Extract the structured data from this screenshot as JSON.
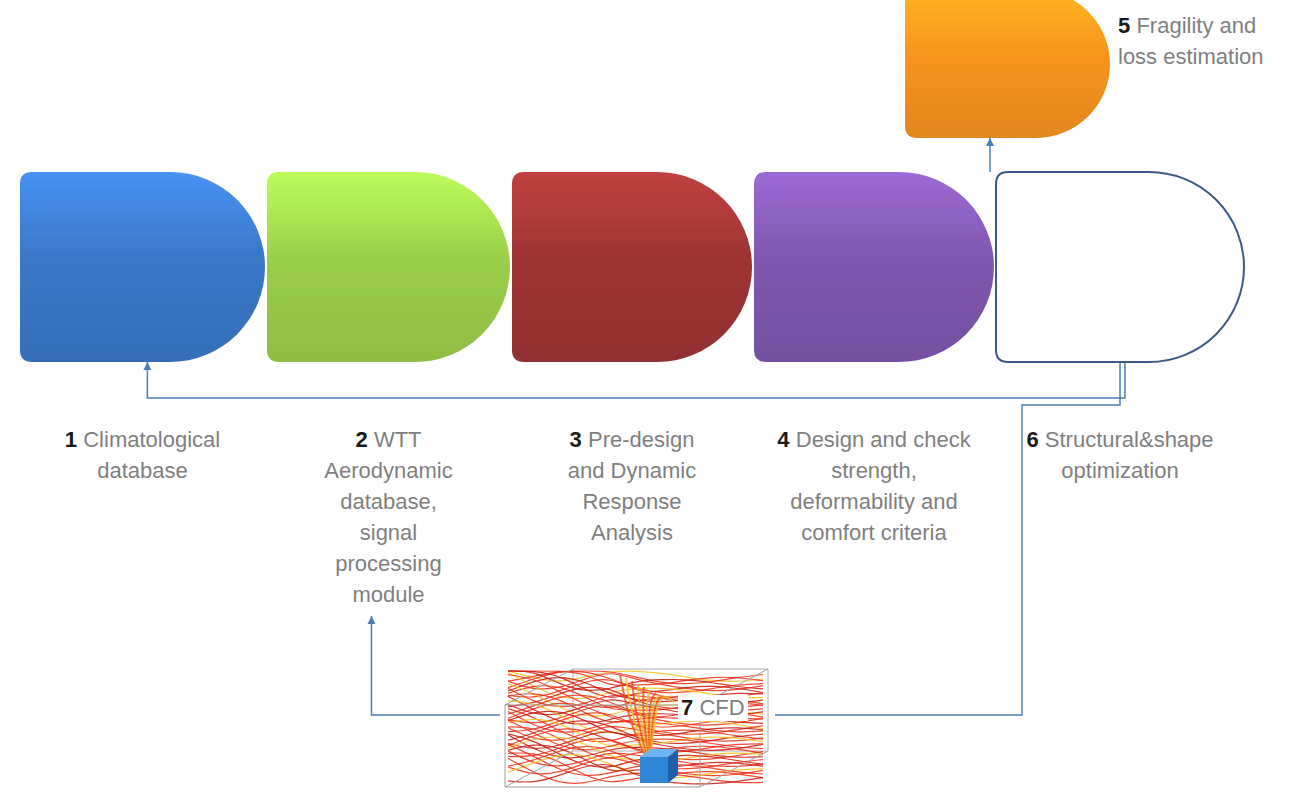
{
  "diagram": {
    "nodes": [
      {
        "text": [
          "1",
          "Climatological database"
        ]
      },
      {
        "text": [
          "2",
          "WTT Aerodynamic database, signal processing module"
        ]
      },
      {
        "text": [
          "3",
          "Pre-design and Dynamic Response Analysis"
        ]
      },
      {
        "text": [
          "4",
          "Design and check strength, deformability and comfort criteria"
        ]
      },
      {
        "text": [
          "6",
          "Structural&shape optimization"
        ]
      },
      {
        "text": [
          "5",
          "Fragility and loss estimation"
        ]
      },
      {
        "text": [
          "7",
          "CFD"
        ]
      }
    ],
    "edges": [
      {
        "from": 4,
        "to": 5,
        "arrow": "to"
      },
      {
        "from": 4,
        "to": 0,
        "arrow": "to"
      },
      {
        "from": 4,
        "to": 6,
        "arrow": "none"
      },
      {
        "from": 6,
        "to": 1,
        "arrow": "to"
      }
    ]
  }
}
